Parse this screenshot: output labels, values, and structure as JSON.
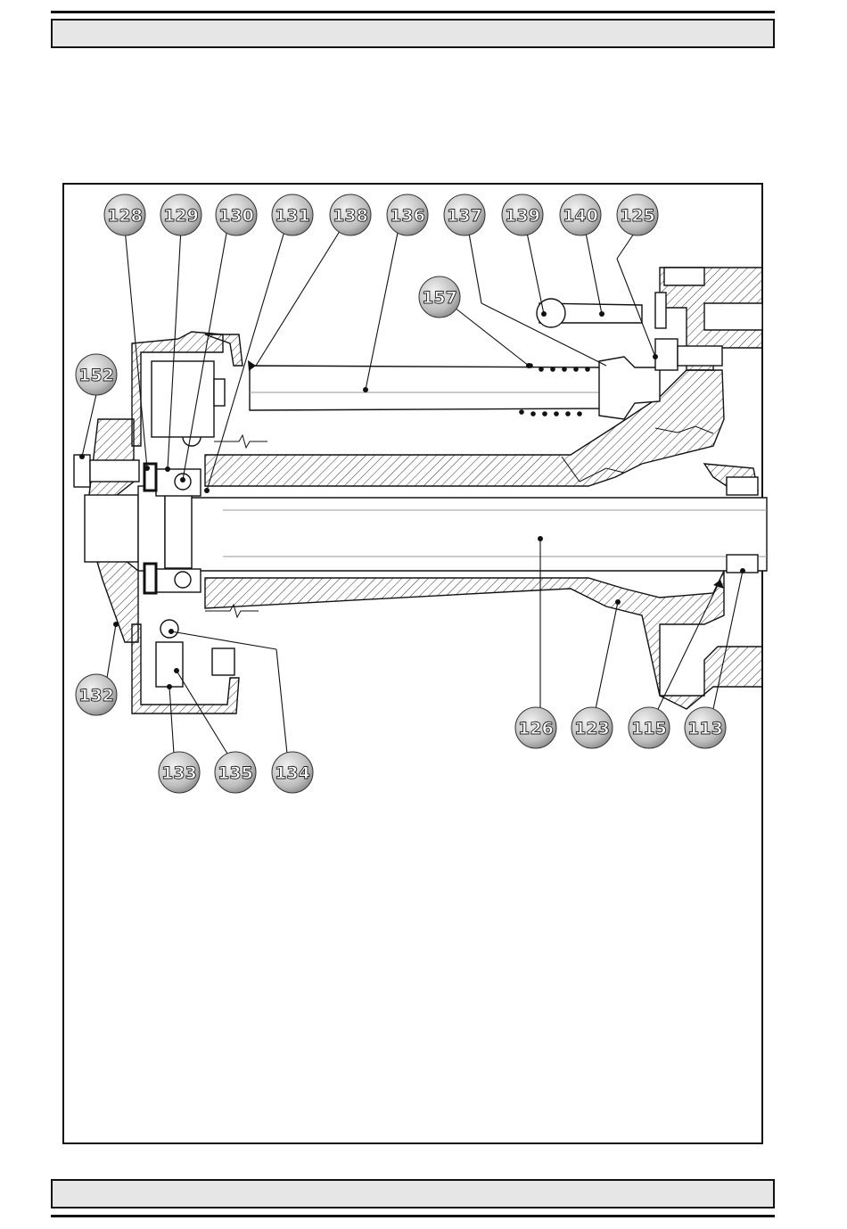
{
  "header": {
    "title": ""
  },
  "footer": {
    "text": ""
  },
  "diagram": {
    "callouts": {
      "c128": "128",
      "c129": "129",
      "c130": "130",
      "c131": "131",
      "c138": "138",
      "c136": "136",
      "c137": "137",
      "c139": "139",
      "c140": "140",
      "c125": "125",
      "c157": "157",
      "c152": "152",
      "c132": "132",
      "c133": "133",
      "c135": "135",
      "c134": "134",
      "c126": "126",
      "c123": "123",
      "c115": "115",
      "c113": "113"
    }
  }
}
